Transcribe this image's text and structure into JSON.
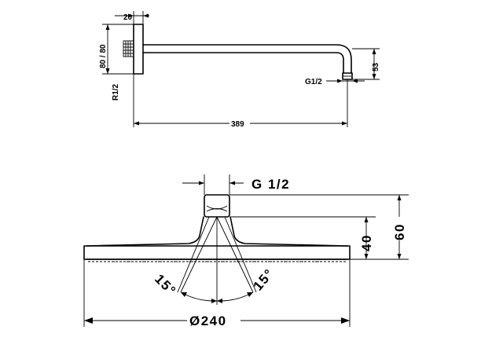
{
  "arm": {
    "flange_width": "20",
    "flange_height": "80 / 80",
    "wall_thread": "R1/2",
    "outlet_drop": "53",
    "outlet_thread": "G1/2",
    "projection": "389"
  },
  "head": {
    "connection_thread": "G 1/2",
    "body_height": "40",
    "total_height": "60",
    "spray_angle_left": "15°",
    "spray_angle_right": "15°",
    "diameter": "Ø240"
  }
}
